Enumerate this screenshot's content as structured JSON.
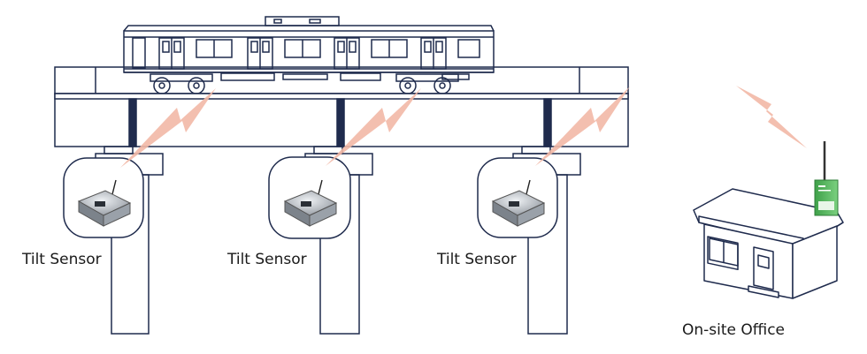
{
  "labels": {
    "sensor_1": "Tilt Sensor",
    "sensor_2": "Tilt Sensor",
    "sensor_3": "Tilt Sensor",
    "office": "On-site Office"
  },
  "colors": {
    "line": "#1f2b4d",
    "signal": "#f2b8a6",
    "sensor_body": "#9aa0a8",
    "gateway": "#4caf50",
    "background": "#ffffff"
  },
  "icons": {
    "train": "train-car-icon",
    "sensor": "tilt-sensor-device-icon",
    "gateway": "wireless-gateway-icon",
    "office": "office-building-icon",
    "signal": "lightning-signal-icon"
  }
}
